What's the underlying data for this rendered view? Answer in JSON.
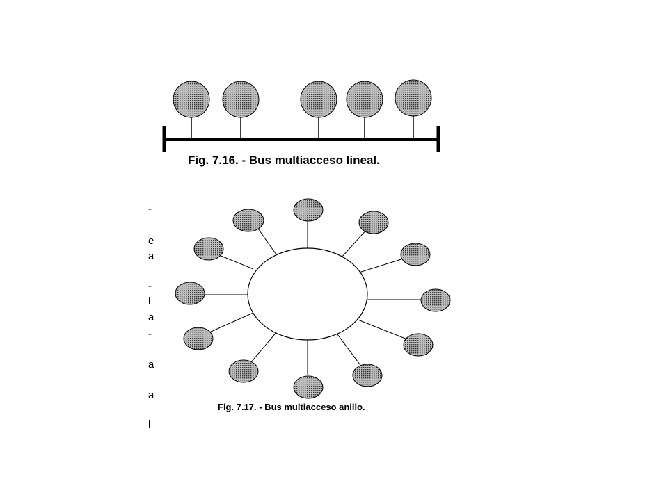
{
  "figures": {
    "linear_bus": {
      "caption": "Fig. 7.16. - Bus multiacceso lineal.",
      "node_count": 5
    },
    "ring_bus": {
      "caption": "Fig. 7.17. - Bus multiacceso anillo.",
      "node_count": 12
    }
  },
  "margin_text": [
    "-",
    "e",
    "a",
    "-",
    "l",
    "a",
    "-",
    "a",
    "a",
    "l"
  ],
  "colors": {
    "line": "#000000",
    "node_fill": "#8c8c8c",
    "ring_fill": "#ffffff",
    "background": "#ffffff"
  }
}
